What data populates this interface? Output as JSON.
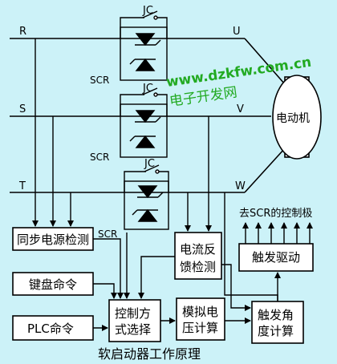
{
  "lines": {
    "r": "R",
    "s": "S",
    "t": "T",
    "u": "U",
    "v": "V",
    "w": "W"
  },
  "switch_label": "JC",
  "scr_label": "SCR",
  "motor_label": "电动机",
  "blocks": {
    "sync_detect": "同步电源检测",
    "keyboard": "键盘命令",
    "plc": "PLC命令",
    "control_select": [
      "控制方",
      "式选择"
    ],
    "current_feedback": [
      "电流反",
      "馈检测"
    ],
    "analog_calc": [
      "模拟电",
      "压计算"
    ],
    "trigger_drive": "触发驱动",
    "trigger_angle": [
      "触发角",
      "度计算"
    ]
  },
  "to_gate": "去SCR的控制极",
  "watermark": {
    "url": "www.dzkfw.com.cn",
    "site": "电子开发网"
  },
  "caption": "软启动器工作原理",
  "colors": {
    "background": "#ccf2f8",
    "line": "#000000",
    "watermark": "#22aa22"
  }
}
